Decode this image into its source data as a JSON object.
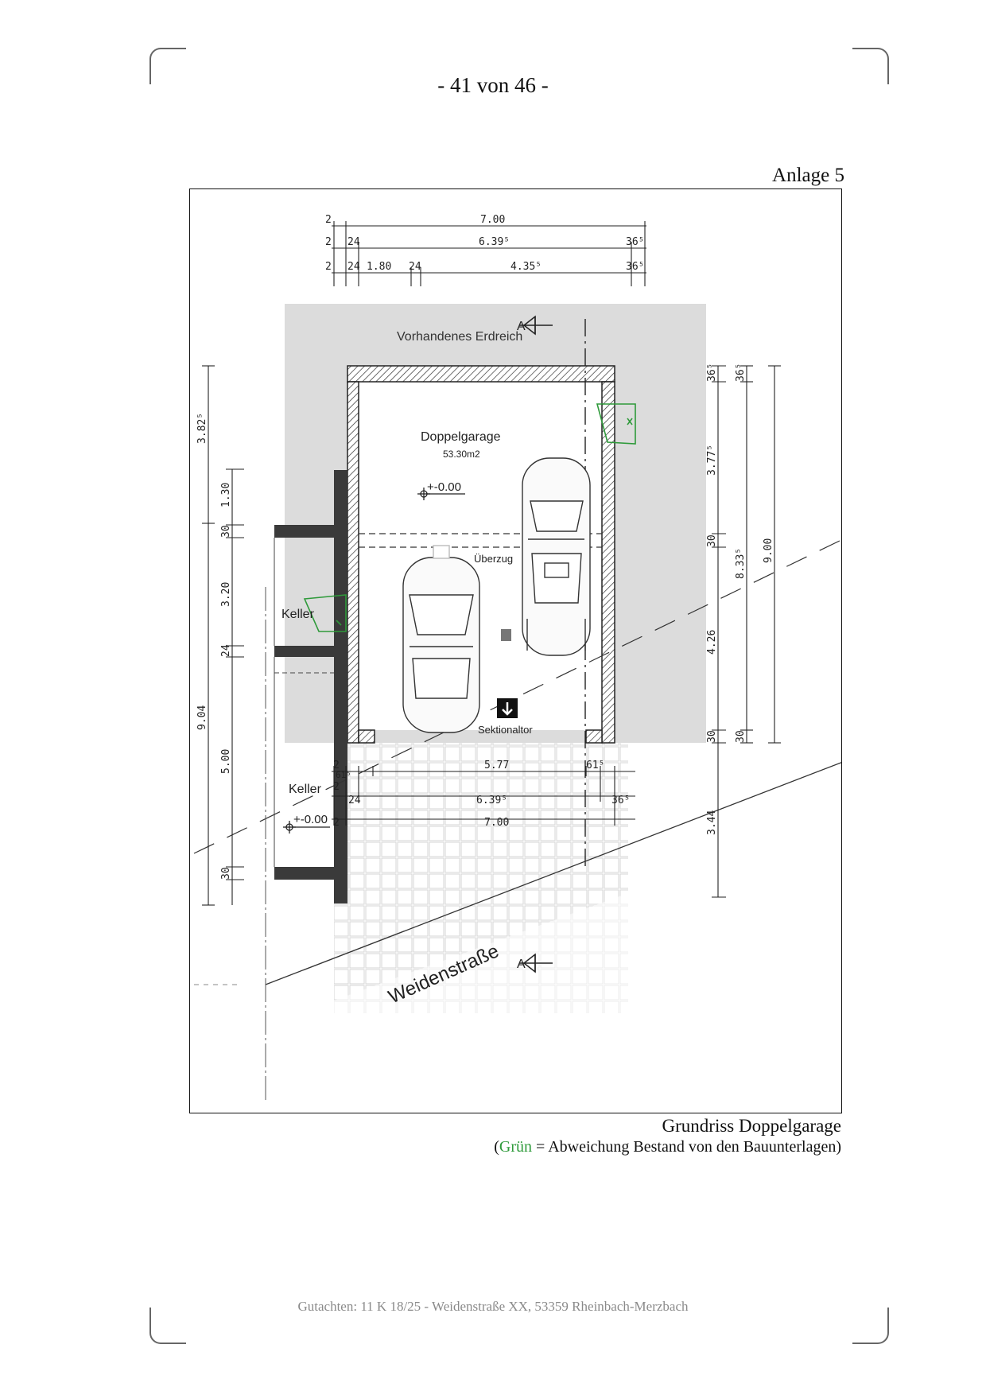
{
  "page": {
    "number": "- 41 von 46 -",
    "annex": "Anlage 5"
  },
  "plan": {
    "ground_label": "Vorhandenes Erdreich",
    "room_name": "Doppelgarage",
    "room_area": "53.30m2",
    "garage_level": "+-0.00",
    "beam_label": "Überzug",
    "door_label": "Sektionaltor",
    "cellar_upper": "Keller",
    "cellar_lower": "Keller",
    "cellar_level": "+-0.00",
    "street": "Weidenstraße",
    "section_mark": "A",
    "top_dims": {
      "row1": [
        "2",
        "7.00"
      ],
      "row2": [
        "2",
        "24",
        "6.39⁵",
        "36⁵"
      ],
      "row3": [
        "2",
        "24",
        "1.80",
        "24",
        "4.35⁵",
        "36⁵"
      ]
    },
    "bottom_dims": {
      "row1": [
        "2",
        "61⁵",
        "5.77",
        "61⁵"
      ],
      "row2": [
        "2",
        "24",
        "6.39⁵",
        "36⁵"
      ],
      "row3": [
        "2",
        "7.00"
      ]
    },
    "left_dims": {
      "outer": [
        "3.82⁵",
        "9.04"
      ],
      "inner": [
        "1.30",
        "30",
        "3.20",
        "24",
        "5.00",
        "30"
      ]
    },
    "right_dims": {
      "a": [
        "36⁵",
        "3.77⁵",
        "30",
        "4.26",
        "30",
        "3.44"
      ],
      "b": [
        "36⁵",
        "8.33⁵",
        "30"
      ],
      "c": [
        "9.00"
      ]
    }
  },
  "caption": {
    "title": "Grundriss Doppelgarage",
    "legend_open": "(",
    "legend_green": "Grün",
    "legend_rest": " = Abweichung Bestand von den Bauunterlagen)"
  },
  "footer": "Gutachten: 11 K 18/25 - Weidenstraße XX, 53359 Rheinbach-Merzbach",
  "colors": {
    "deviation": "#2e9a3a",
    "ground": "#dcdcdc",
    "wall": "#3a3a3a"
  }
}
